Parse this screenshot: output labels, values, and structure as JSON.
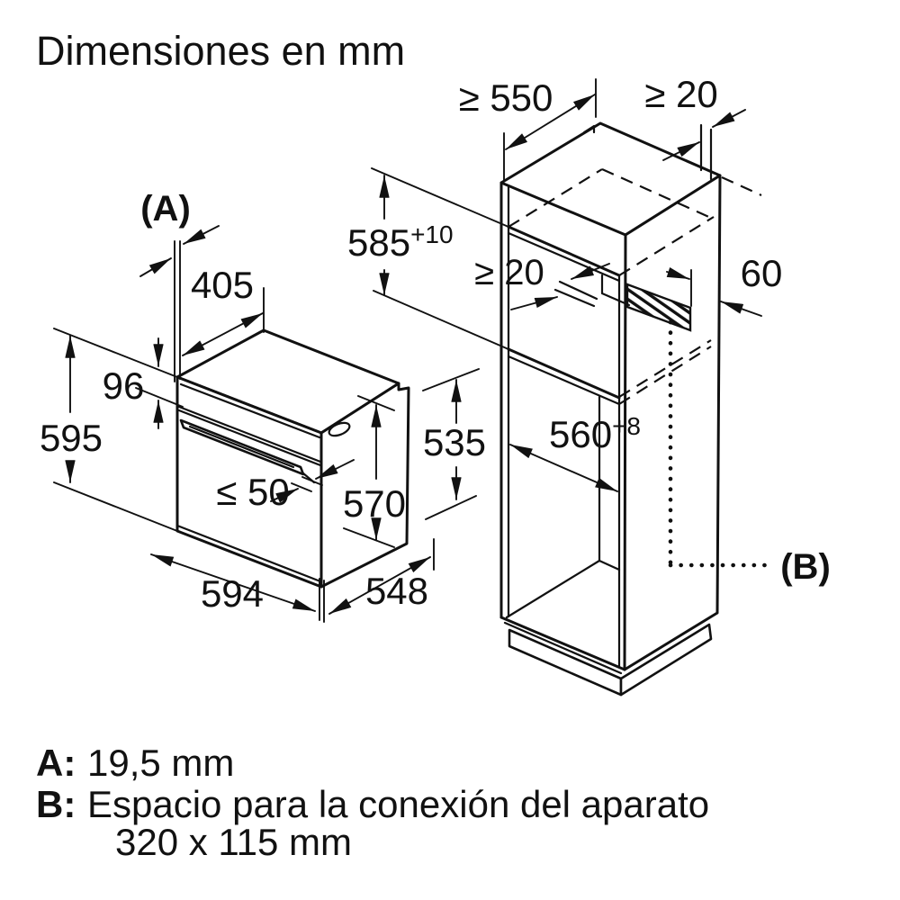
{
  "title": "Dimensiones en mm",
  "oven": {
    "label_a": "(A)",
    "top_depth": "405",
    "control_panel_height": "96",
    "height": "595",
    "door_handle_clearance": "≤ 50",
    "rear_height": "570",
    "casing_height": "535",
    "width": "594",
    "depth": "548"
  },
  "cabinet": {
    "top_depth": "≥ 550",
    "rear_wall_gap": "≥ 20",
    "niche_height": {
      "value": "585",
      "tolerance": "+10"
    },
    "vent_cutout_gap": "≥ 20",
    "rear_clearance": "60",
    "niche_width": {
      "value": "560",
      "tolerance": "+8"
    },
    "label_b": "(B)"
  },
  "legend": {
    "a_key": "A:",
    "a_value": "19,5 mm",
    "b_key": "B:",
    "b_value": "Espacio para la conexión del aparato",
    "b_value2": "320 x 115 mm"
  },
  "colors": {
    "line": "#111111",
    "background": "#ffffff"
  }
}
